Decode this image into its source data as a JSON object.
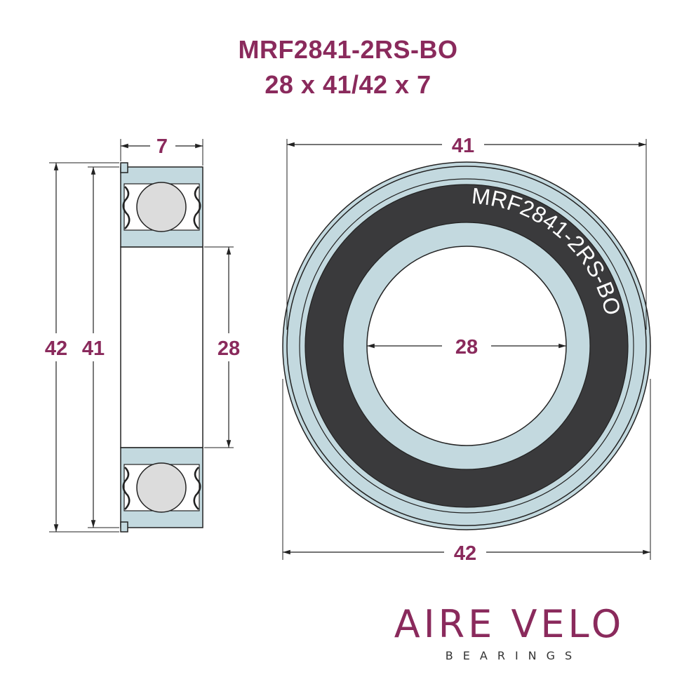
{
  "title": {
    "model": "MRF2841-2RS-BO",
    "dimensions": "28 x 41/42 x 7"
  },
  "side_view": {
    "width": "7",
    "outer_flange_diameter": "42",
    "outer_diameter": "41",
    "inner_diameter": "28"
  },
  "front_view": {
    "outer_diameter": "41",
    "flange_diameter": "42",
    "inner_diameter": "28",
    "seal_marking": "MRF2841-2RS-BO"
  },
  "brand": {
    "name": "AIRE VELO",
    "tagline": "BEARINGS"
  },
  "colors": {
    "accent": "#8a2a5c",
    "race": "#c3d9df",
    "seal": "#3a3a3c",
    "ball": "#dcdcdc"
  }
}
